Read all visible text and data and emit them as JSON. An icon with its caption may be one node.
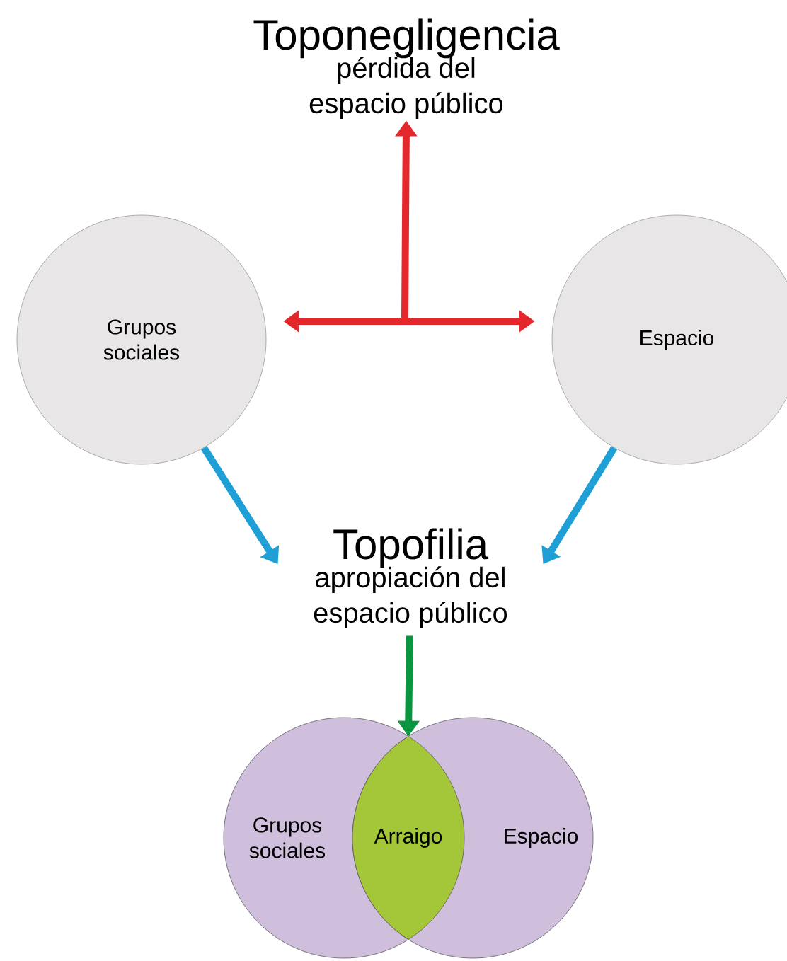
{
  "diagram": {
    "nodes": [
      {
        "text": [
          "Toponegligencia",
          "pérdida del espacio público"
        ]
      },
      {
        "text": [
          "Grupos sociales"
        ]
      },
      {
        "text": [
          "Espacio"
        ]
      },
      {
        "text": [
          "Topofilia",
          "apropiación del espacio público"
        ]
      },
      {
        "text": [
          "Grupos sociales"
        ]
      },
      {
        "text": [
          "Arraigo"
        ]
      },
      {
        "text": [
          "Espacio"
        ]
      }
    ],
    "edges": [
      {
        "from": 1,
        "to": 2,
        "arrow": "both",
        "color": "#e3272b"
      },
      {
        "from": null,
        "to": 0,
        "arrow": "to",
        "color": "#e3272b"
      },
      {
        "from": 1,
        "to": 3,
        "arrow": "to",
        "color": "#1e9fd6"
      },
      {
        "from": 2,
        "to": 3,
        "arrow": "to",
        "color": "#1e9fd6"
      },
      {
        "from": 3,
        "to": 5,
        "arrow": "to",
        "color": "#0a9640"
      }
    ]
  }
}
